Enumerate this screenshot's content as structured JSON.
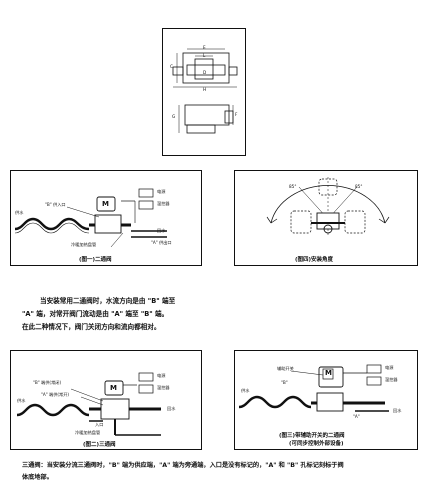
{
  "dimension": {
    "E": "E",
    "L": "L",
    "C": "C",
    "D": "D",
    "H": "H",
    "G": "G",
    "F": "F"
  },
  "fig1": {
    "caption": "(图一)二通阀",
    "motor": "M",
    "labels": {
      "power": "电源",
      "thermostat": "温控器",
      "b_inlet": "\"B\" 供入口",
      "supply": "供水",
      "return": "回水",
      "a_outlet": "\"A\" 供出口",
      "coil": "冷暖加热盘管"
    }
  },
  "fig4": {
    "caption": "(图四)安装角度",
    "angle_left": "85°",
    "angle_right": "85°"
  },
  "para1": [
    "当安装常用二通阀时，水流方向是由 \"B\" 端至",
    "\"A\" 端，对常开阀门流动是由 \"A\" 端至 \"B\" 端。",
    "在此二种情况下，阀门关闭方向和流向都相对。"
  ],
  "fig2": {
    "caption": "(图二)三通阀",
    "motor": "M",
    "labels": {
      "power": "电源",
      "thermostat": "温控器",
      "b_supply": "\"B\" 端供(常闭)",
      "a_bypass": "\"A\" 端供(常开)",
      "inlet": "入口",
      "supply": "供水",
      "return": "回水",
      "coil": "冷暖加热盘管"
    }
  },
  "fig3": {
    "caption_line1": "(图三)带辅助开关的二通阀",
    "caption_line2": "(可同步控制外部设备)",
    "motor": "M",
    "labels": {
      "aux": "辅助开关",
      "power": "电源",
      "thermostat": "温控器",
      "b": "\"B\"",
      "a": "\"A\"",
      "supply": "供水",
      "return": "回水"
    }
  },
  "para2": [
    "三通阀：当安装分流三通阀时，\"B\" 端为供应端，\"A\" 端为旁通端，入口是没有标记的，\"A\" 和 \"B\" 孔标记刻标于阀",
    "体底地部。"
  ]
}
